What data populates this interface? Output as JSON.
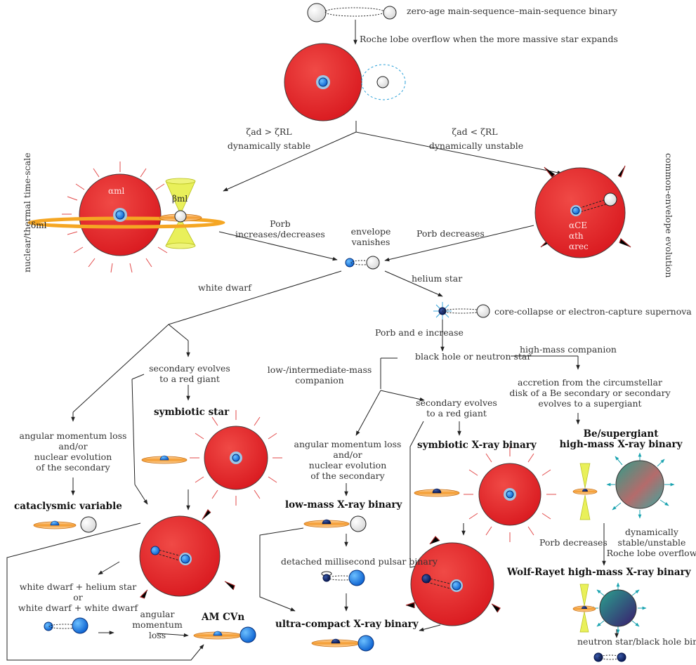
{
  "labels": {
    "zams": "zero-age main-sequence–main-sequence binary",
    "rlof": "Roche lobe overflow when the more massive star expands",
    "zeta_stable": "ζad > ζRL",
    "dyn_stable": "dynamically stable",
    "zeta_unstable": "ζad < ζRL",
    "dyn_unstable": "dynamically unstable",
    "nuclear": "nuclear/thermal time-scale",
    "common_env": "common-envelope evolution",
    "alpha_ml": "αml",
    "beta_ml": "βml",
    "delta_ml": "δml",
    "alpha_ce": "αCE",
    "alpha_th": "αth",
    "alpha_rec": "αrec",
    "porb_left": "Porb\nincreases/decreases",
    "porb_right": "Porb decreases",
    "envelope": "envelope\nvanishes",
    "white_dwarf": "white dwarf",
    "helium_star": "helium star",
    "supernova": "core-collapse or electron-capture supernova",
    "porb_e": "Porb and e increase",
    "bh_ns": "black hole or neutron star",
    "high_mass_comp": "high-mass companion",
    "low_int_comp": "low-/intermediate-mass\ncompanion",
    "accretion": "accretion from the circumstellar\ndisk of a Be secondary or secondary\nevolves to a supergiant",
    "sec_red_giant_1": "secondary evolves\nto a red giant",
    "sec_red_giant_2": "secondary evolves\nto a red giant",
    "symbiotic_star": "symbiotic star",
    "amloss_1": "angular momentum loss\nand/or\nnuclear evolution\nof the secondary",
    "amloss_2": "angular momentum loss\nand/or\nnuclear evolution\nof the secondary",
    "cv": "cataclysmic variable",
    "symb_xrb": "symbiotic X-ray binary",
    "lmxb": "low-mass X-ray binary",
    "hmxb": "Be/supergiant\nhigh-mass X-ray binary",
    "msp": "detached millisecond pulsar binary",
    "wd_combos": "white dwarf + helium star\nor\nwhite dwarf + white dwarf",
    "am_loss": "angular\nmomentum\nloss",
    "am_cvn": "AM CVn",
    "ucxb": "ultra-compact X-ray binary",
    "dyn_rlof": "dynamically\nstable/unstable\nRoche lobe overflow",
    "porb_dec2": "Porb decreases",
    "wr_xrb": "Wolf-Rayet high-mass X-ray binary",
    "ns_bh": "neutron star/black hole binary"
  },
  "colors": {
    "giant_red": "#e8282c",
    "wd_blue": "#1a7fe0",
    "ns_navy": "#0d1f6e",
    "disk_orange": "#f5a23a",
    "cone_yellow": "#e6f04a",
    "wind_teal": "#1aa3b0"
  }
}
